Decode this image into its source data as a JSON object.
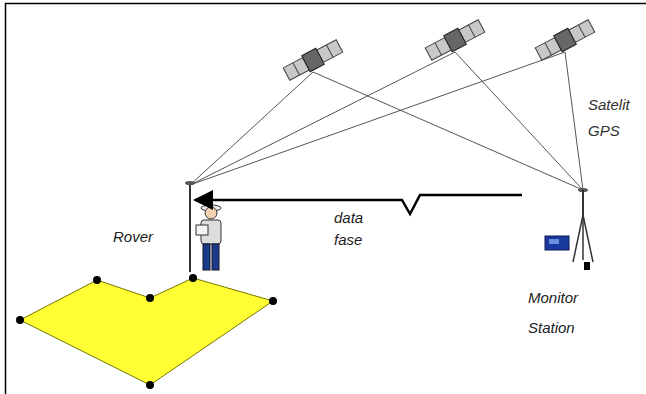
{
  "diagram": {
    "nodes": [
      {
        "text": [
          "Rover"
        ]
      },
      {
        "text": [
          "Monitor Station"
        ]
      }
    ],
    "edges": [
      {
        "from": 1,
        "to": 0,
        "arrow": "to",
        "label": "data fase"
      }
    ],
    "labels": [
      "Satelit GPS"
    ]
  }
}
